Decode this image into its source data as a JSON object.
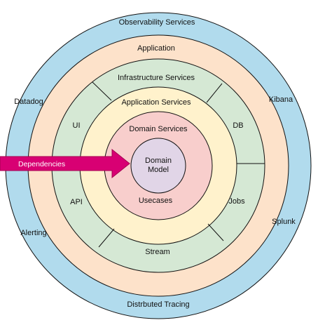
{
  "colors": {
    "observability_ring": "#b1dbed",
    "application_ring": "#fde2ca",
    "infrastructure_ring": "#d5e8d4",
    "application_services_ring": "#fff2cc",
    "domain_services_ring": "#f8cecc",
    "domain_model_core": "#e1d5e7",
    "arrow": "#d80073",
    "divider": "#111111"
  },
  "rings": {
    "observability": {
      "title": "Observability Services",
      "bottom": "Distrbuted Tracing",
      "left_top": "Datadog",
      "left_bottom": "Alerting",
      "right_top": "Kibana",
      "right_bottom": "Splunk"
    },
    "application": {
      "title": "Application"
    },
    "infrastructure": {
      "title": "Infrastructure Services",
      "ui": "UI",
      "api": "API",
      "db": "DB",
      "jobs": "Jobs",
      "stream": "Stream"
    },
    "application_services": {
      "title": "Application Services"
    },
    "domain_services": {
      "title": "Domain Services",
      "bottom": "Usecases"
    },
    "domain_model": {
      "line1": "Domain",
      "line2": "Model"
    }
  },
  "arrow": {
    "label": "Dependencies"
  }
}
